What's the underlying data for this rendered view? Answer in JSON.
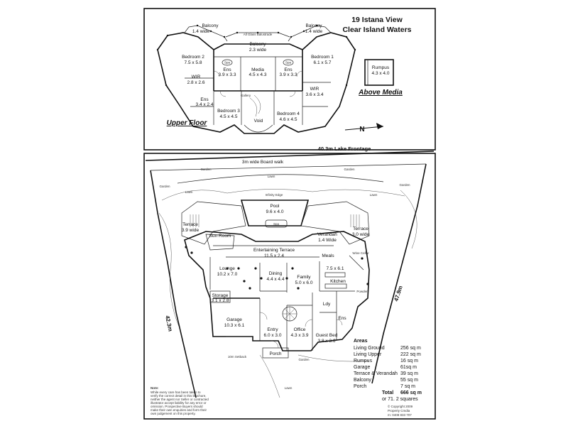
{
  "header": {
    "address_line1": "19 Istana View",
    "address_line2": "Clear Island Waters"
  },
  "upper_floor": {
    "title": "Upper Floor",
    "rooms": {
      "balcony_left": {
        "name": "Balcony",
        "dims": "1.4 wide"
      },
      "balcony_right": {
        "name": "Balcony",
        "dims": "1.4 wide"
      },
      "balcony_center": {
        "name": "Balcony",
        "dims": "2.3 wide"
      },
      "glass_balustrade": "All Glass Balustrade",
      "bedroom2": {
        "name": "Bedroom 2",
        "dims": "7.5 x 5.8"
      },
      "bedroom1": {
        "name": "Bedroom 1",
        "dims": "6.1 x 5.7"
      },
      "ens_left": {
        "name": "Ens",
        "dims": "3.9 x 3.3"
      },
      "ens_right": {
        "name": "Ens",
        "dims": "3.9 x 3.3"
      },
      "media": {
        "name": "Media",
        "dims": "4.5 x 4.3"
      },
      "wir_left": {
        "name": "WIR",
        "dims": "2.8 x 2.6"
      },
      "wir_right": {
        "name": "WIR",
        "dims": "3.6 x 3.4"
      },
      "ens_small": {
        "name": "Ens",
        "dims": "3.4 x 2.4"
      },
      "bedroom3": {
        "name": "Bedroom 3",
        "dims": "4.5 x 4.5"
      },
      "bedroom4": {
        "name": "Bedroom 4",
        "dims": "4.6 x 4.5"
      },
      "gallery": "Gallery",
      "void": "Void",
      "spa_left": "Spa",
      "spa_right": "Spa"
    }
  },
  "above_media": {
    "title": "Above Media",
    "room": {
      "name": "Rumpus",
      "dims": "4.3 x 4.0"
    }
  },
  "compass": {
    "label": "N"
  },
  "ground_floor": {
    "lake_frontage": "40.3m Lake Frontage",
    "boardwalk": "3m wide Board walk",
    "side_right": "47.9m",
    "side_left": "42.3m",
    "setback": "10m Setback",
    "labels": {
      "garden_top_left": "Garden",
      "lawn_top": "Lawn",
      "garden_top_right": "Garden",
      "garden_left": "Garden",
      "lawn_left": "Lawn",
      "lawn_right": "Lawn",
      "garden_right": "Garden",
      "lawn_bottom": "Lawn",
      "garden_bottom": "Garden",
      "infinity_edge": "Infinity Edge"
    },
    "rooms": {
      "pool": {
        "name": "Pool",
        "dims": "9.6 x 4.0"
      },
      "spa": "Spa",
      "terrace_left": {
        "name": "Terrace",
        "dims": "3.9 wide"
      },
      "terrace_right": {
        "name": "Terrace",
        "dims": "3.0 wide"
      },
      "verandah": {
        "name": "Verandah",
        "dims": "1.4 Wide"
      },
      "sun_room": "Sun Room",
      "entertaining": {
        "name": "Entertaining Terrace",
        "dims": "11.5 x 2.4"
      },
      "lounge": {
        "name": "Lounge",
        "dims": "10.2 x 7.0"
      },
      "dining": {
        "name": "Dining",
        "dims": "4.4 x 4.4"
      },
      "family": {
        "name": "Family",
        "dims": "5.0 x 6.0"
      },
      "meals": "Meals",
      "kitchen": {
        "name": "Kitchen",
        "dims": "7.5 x 6.1"
      },
      "storage": {
        "name": "Storage",
        "dims": "3.1 x 2.8"
      },
      "garage": {
        "name": "Garage",
        "dims": "10.3 x 6.1"
      },
      "entry": {
        "name": "Entry",
        "dims": "6.0 x 3.0"
      },
      "office": {
        "name": "Office",
        "dims": "4.3 x 3.9"
      },
      "guest_bed": {
        "name": "Guest Bed",
        "dims": "3.8 x 3.6"
      },
      "ens": "Ens",
      "ldy": "Ldy",
      "porch": "Porch",
      "wine_cellar": "Wine Cellar",
      "powder": "Powder"
    }
  },
  "areas": {
    "title": "Areas",
    "rows": [
      {
        "label": "Living Ground",
        "value": "256 sq m"
      },
      {
        "label": "Living Upper",
        "value": "222 sq m"
      },
      {
        "label": "Rumpus",
        "value": "16 sq m"
      },
      {
        "label": "Garage",
        "value": "61sq m"
      },
      {
        "label": "Terrace & Verandah",
        "value": "39 sq m"
      },
      {
        "label": "Balcony",
        "value": "55 sq m"
      },
      {
        "label": "Porch",
        "value": "7 sq m"
      }
    ],
    "total_label": "Total",
    "total_value": "666 sq m",
    "total_squares": "or 71. 2 squares"
  },
  "note": {
    "title": "Note:",
    "lines": [
      "While every care has been taken to",
      "verify the correct detail in this brochure,",
      "neither the agent nor Seller or contracted",
      "illustrator accept liability for any error or",
      "omission. Prospective Buyers should",
      "make their own enquiries and form their",
      "own judgement on this property."
    ]
  },
  "copyright": {
    "line1": "© Copyright 2009",
    "line2": "Property Cmdia",
    "line3": "m: 0408 833 707"
  }
}
